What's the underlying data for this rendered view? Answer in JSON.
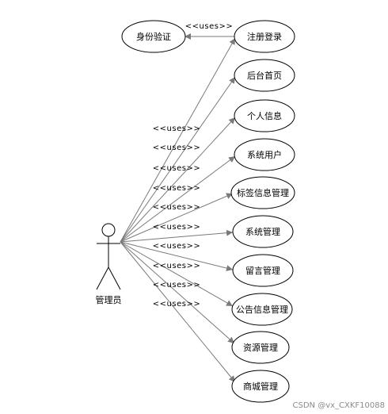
{
  "actor": {
    "label": "管理员"
  },
  "stereotype": "<<uses>>",
  "use_cases": [
    "身份验证",
    "注册登录",
    "后台首页",
    "个人信息",
    "系统用户",
    "标签信息管理",
    "系统管理",
    "留言管理",
    "公告信息管理",
    "资源管理",
    "商城管理"
  ],
  "watermark": "CSDN @vx_CXKF10088"
}
